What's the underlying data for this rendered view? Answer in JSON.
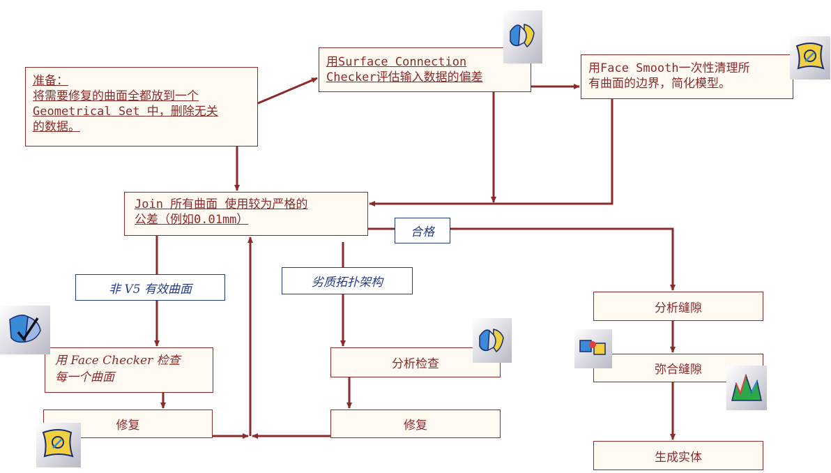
{
  "boxes": {
    "prepare": "准备：\n将需要修复的曲面全都放到一个\nGeometrical Set 中，删除无关\n的数据。",
    "surface_check": "用Surface Connection\nChecker评估输入数据的偏差",
    "face_smooth": "用Face Smooth一次性清理所\n有曲面的边界，简化模型。",
    "join": "Join 所有曲面  使用较为严格的\n公差（例如0.01mm）",
    "face_checker": "用 Face Checker 检查\n每一个曲面",
    "repair_left": "修复",
    "analyze_check": "分析检查",
    "repair_mid": "修复",
    "analyze_gap": "分析缝隙",
    "close_gap": "弥合缝隙",
    "create_solid": "生成实体"
  },
  "labels": {
    "non_v5": "非 V5 有效曲面",
    "bad_topology": "劣质拓扑架构",
    "pass": "合格"
  },
  "colors": {
    "box_border": "#8c2a2a",
    "box_fill": "#fefaf2",
    "arrow": "#8c2a2a",
    "label_text": "#233a8c"
  },
  "icons": [
    "surface-connection-checker-icon",
    "face-smooth-icon",
    "face-checker-icon",
    "repair-icon",
    "analysis-check-icon",
    "gap-analysis-icon",
    "gap-healing-icon"
  ]
}
